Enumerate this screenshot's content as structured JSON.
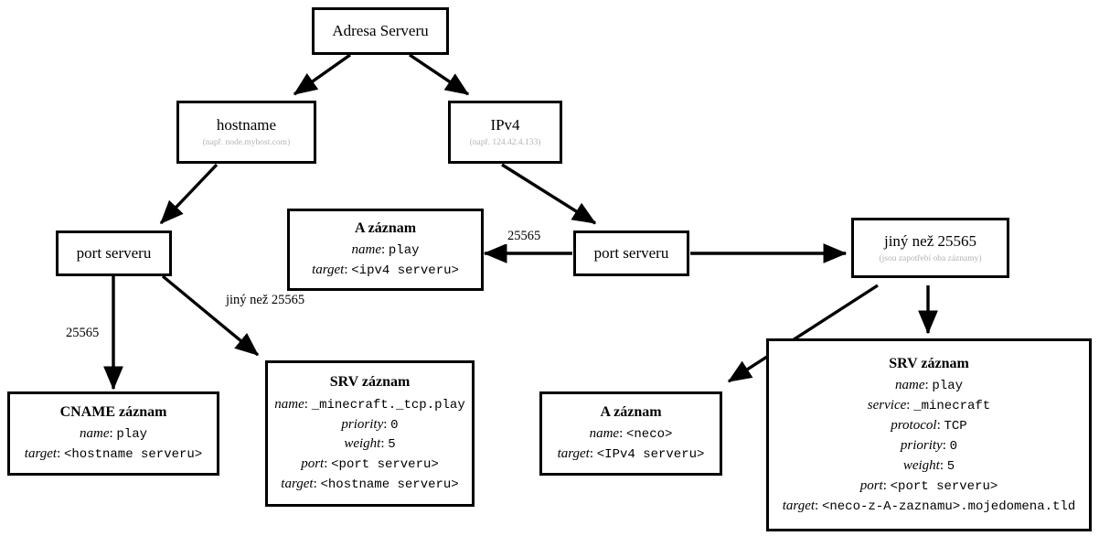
{
  "diagram": {
    "title": "Adresa Serveru",
    "nodes": {
      "root": {
        "label": "Adresa Serveru"
      },
      "hostname": {
        "label": "hostname",
        "sub": "(např. node.myhost.com)"
      },
      "ipv4": {
        "label": "IPv4",
        "sub": "(např. 124.42.4.133)"
      },
      "port_left": {
        "label": "port serveru"
      },
      "port_right": {
        "label": "port serveru"
      },
      "jiny": {
        "label": "jiný než 25565",
        "sub": "(jsou zapotřebí oba záznamy)"
      }
    },
    "records": {
      "a_mid": {
        "heading": "A záznam",
        "fields": [
          {
            "key": "name",
            "value": "play"
          },
          {
            "key": "target",
            "value": "<ipv4 serveru>"
          }
        ]
      },
      "cname": {
        "heading": "CNAME záznam",
        "fields": [
          {
            "key": "name",
            "value": "play"
          },
          {
            "key": "target",
            "value": "<hostname serveru>"
          }
        ]
      },
      "srv_mid": {
        "heading": "SRV záznam",
        "fields": [
          {
            "key": "name",
            "value": "_minecraft._tcp.play"
          },
          {
            "key": "priority",
            "value": "0"
          },
          {
            "key": "weight",
            "value": "5"
          },
          {
            "key": "port",
            "value": "<port serveru>"
          },
          {
            "key": "target",
            "value": "<hostname serveru>"
          }
        ]
      },
      "a_bottom": {
        "heading": "A záznam",
        "fields": [
          {
            "key": "name",
            "value": "<neco>"
          },
          {
            "key": "target",
            "value": "<IPv4 serveru>"
          }
        ]
      },
      "srv_right": {
        "heading": "SRV záznam",
        "fields": [
          {
            "key": "name",
            "value": "play"
          },
          {
            "key": "service",
            "value": "_minecraft"
          },
          {
            "key": "protocol",
            "value": "TCP"
          },
          {
            "key": "priority",
            "value": "0"
          },
          {
            "key": "weight",
            "value": "5"
          },
          {
            "key": "port",
            "value": "<port serveru>"
          },
          {
            "key": "target",
            "value": "<neco-z-A-zaznamu>.mojedomena.tld"
          }
        ]
      }
    },
    "edge_labels": {
      "port_left_25565": "25565",
      "port_left_other": "jiný než 25565",
      "port_right_25565": "25565"
    },
    "colors": {
      "stroke": "#000000",
      "background": "#ffffff",
      "subtitle": "#b4b4b4"
    }
  }
}
